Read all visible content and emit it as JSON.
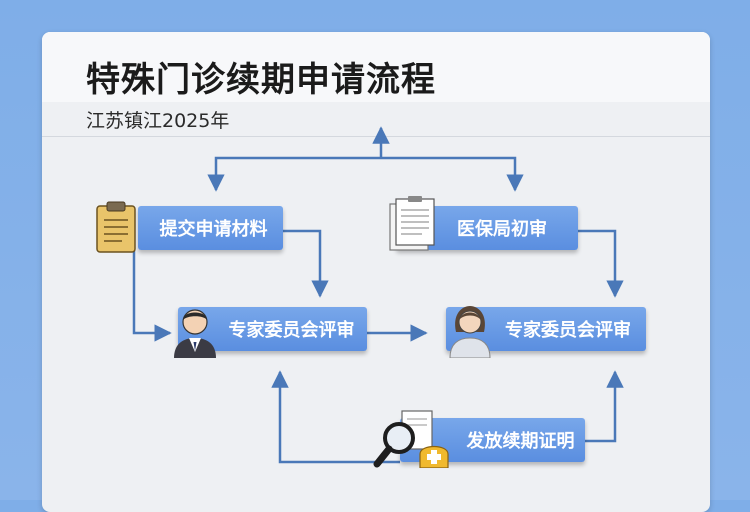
{
  "header": {
    "title": "特殊门诊续期申请流程",
    "subtitle": "江苏镇江2025年"
  },
  "steps": {
    "submit": "提交申请材料",
    "initial_review": "医保局初审",
    "expert_review_1": "专家委员会评审",
    "expert_review_2": "专家委员会评审",
    "issue": "发放续期证明"
  },
  "colors": {
    "background": "#7faee8",
    "box": "#6a9ce6",
    "arrow": "#4a78b8"
  }
}
